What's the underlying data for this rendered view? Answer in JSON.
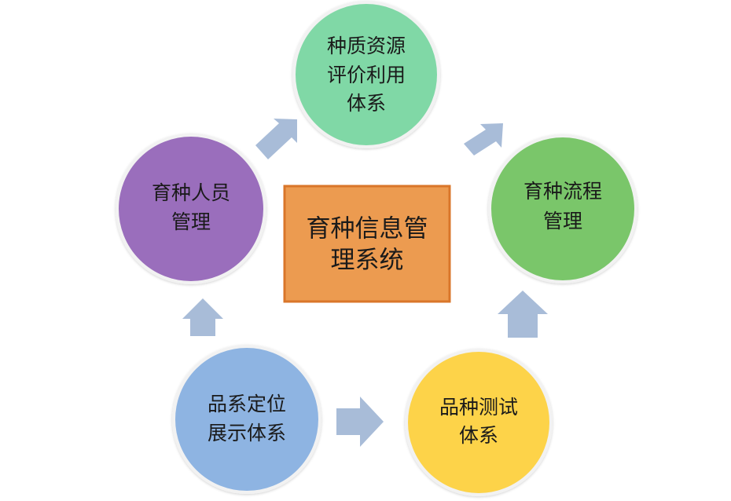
{
  "center": {
    "line1": "育种信息管",
    "line2": "理系统",
    "fill": "#ec9b50",
    "stroke": "#d9762a"
  },
  "nodes": {
    "germplasm": {
      "line1": "种质资源",
      "line2": "评价利用",
      "line3": "体系",
      "fill": "#80d8a6"
    },
    "process": {
      "line1": "育种流程",
      "line2": "管理",
      "fill": "#7ac66b"
    },
    "testing": {
      "line1": "品种测试",
      "line2": "体系",
      "fill": "#fdd349"
    },
    "positioning": {
      "line1": "品系定位",
      "line2": "展示体系",
      "fill": "#8eb4e2"
    },
    "personnel": {
      "line1": "育种人员",
      "line2": "管理",
      "fill": "#9a6ebc"
    }
  },
  "colors": {
    "arrow": "#a8bcd8",
    "circle_edge": "#f2f2f2"
  }
}
